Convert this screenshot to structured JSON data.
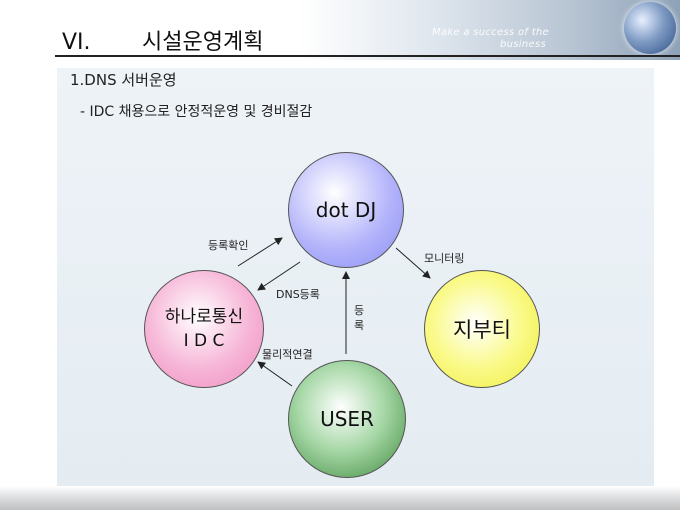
{
  "banner": {
    "slogan_line1": "Make a success of the",
    "slogan_line2": "business"
  },
  "header": {
    "number": "VI.",
    "title": "시설운영계획"
  },
  "section": {
    "title": "1.DNS 서버운영",
    "bullet": "- IDC 채용으로 안정적운영 및 경비절감"
  },
  "diagram": {
    "nodes": {
      "dotdj": "dot DJ",
      "idc_line1": "하나로통신",
      "idc_line2": "I D C",
      "jibuti": "지부티",
      "user": "USER"
    },
    "edges": {
      "register_confirm": "등록확인",
      "dns_register": "DNS등록",
      "monitoring": "모니터링",
      "register": "등록",
      "physical_link": "물리적연결"
    }
  }
}
